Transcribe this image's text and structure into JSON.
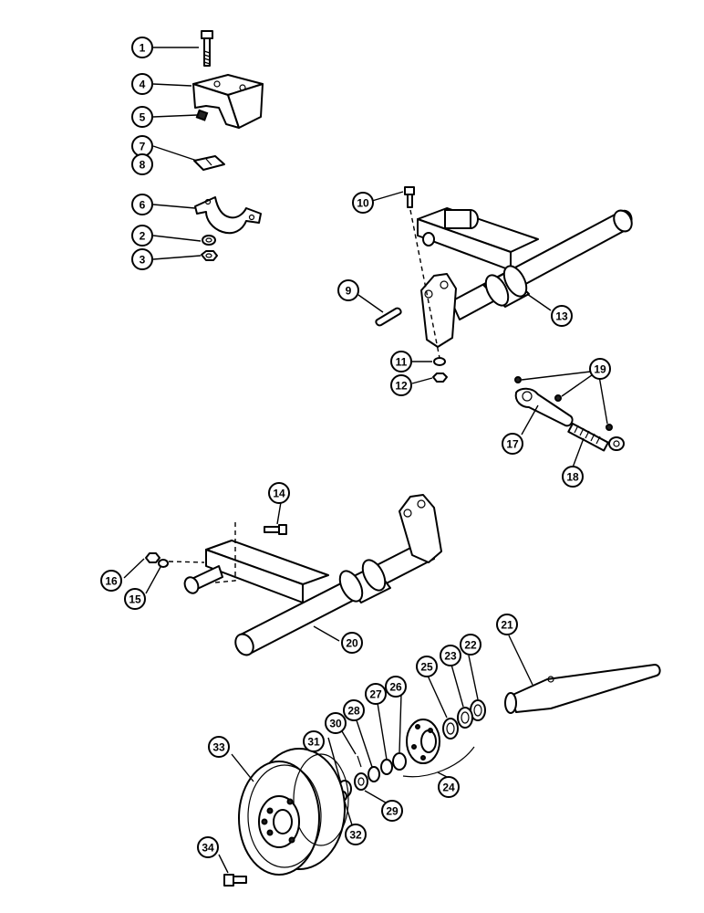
{
  "diagram": {
    "callouts": [
      {
        "id": "c1",
        "label": "1"
      },
      {
        "id": "c2",
        "label": "2"
      },
      {
        "id": "c3",
        "label": "3"
      },
      {
        "id": "c4",
        "label": "4"
      },
      {
        "id": "c5",
        "label": "5"
      },
      {
        "id": "c6",
        "label": "6"
      },
      {
        "id": "c7",
        "label": "7"
      },
      {
        "id": "c8",
        "label": "8"
      },
      {
        "id": "c9",
        "label": "9"
      },
      {
        "id": "c10",
        "label": "10"
      },
      {
        "id": "c11",
        "label": "11"
      },
      {
        "id": "c12",
        "label": "12"
      },
      {
        "id": "c13",
        "label": "13"
      },
      {
        "id": "c14",
        "label": "14"
      },
      {
        "id": "c15",
        "label": "15"
      },
      {
        "id": "c16",
        "label": "16"
      },
      {
        "id": "c17",
        "label": "17"
      },
      {
        "id": "c18",
        "label": "18"
      },
      {
        "id": "c19",
        "label": "19"
      },
      {
        "id": "c20",
        "label": "20"
      },
      {
        "id": "c21",
        "label": "21"
      },
      {
        "id": "c22",
        "label": "22"
      },
      {
        "id": "c23",
        "label": "23"
      },
      {
        "id": "c24",
        "label": "24"
      },
      {
        "id": "c25",
        "label": "25"
      },
      {
        "id": "c26",
        "label": "26"
      },
      {
        "id": "c27",
        "label": "27"
      },
      {
        "id": "c28",
        "label": "28"
      },
      {
        "id": "c29",
        "label": "29"
      },
      {
        "id": "c30",
        "label": "30"
      },
      {
        "id": "c31",
        "label": "31"
      },
      {
        "id": "c32",
        "label": "32"
      },
      {
        "id": "c33",
        "label": "33"
      },
      {
        "id": "c34",
        "label": "34"
      }
    ]
  }
}
